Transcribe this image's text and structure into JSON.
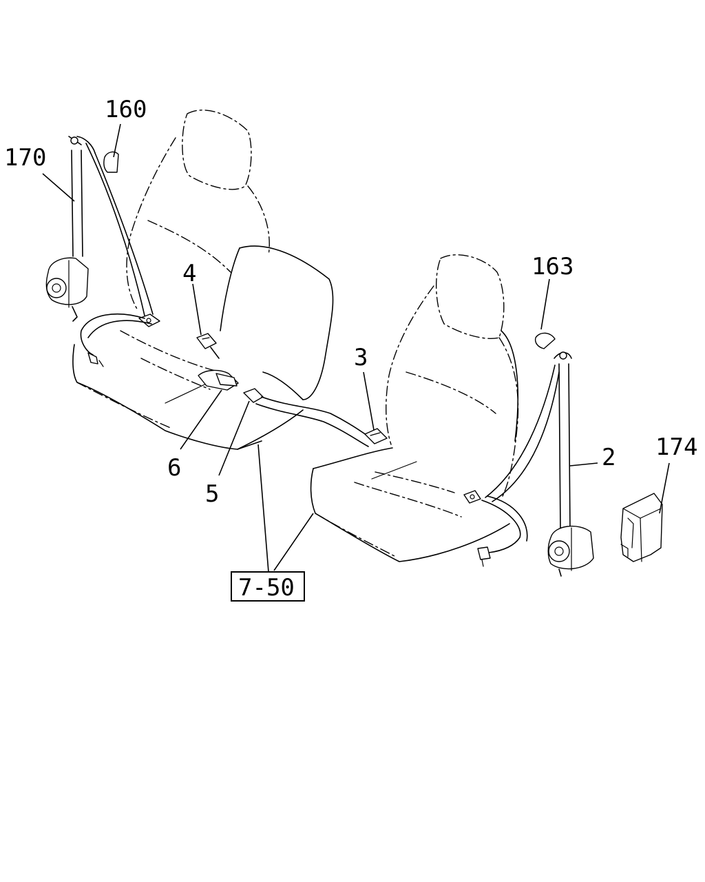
{
  "callouts": {
    "c160": "160",
    "c170": "170",
    "c4": "4",
    "c163": "163",
    "c3": "3",
    "c6": "6",
    "c5": "5",
    "c2": "2",
    "c174": "174"
  },
  "reference_box": {
    "label": "7-50"
  }
}
